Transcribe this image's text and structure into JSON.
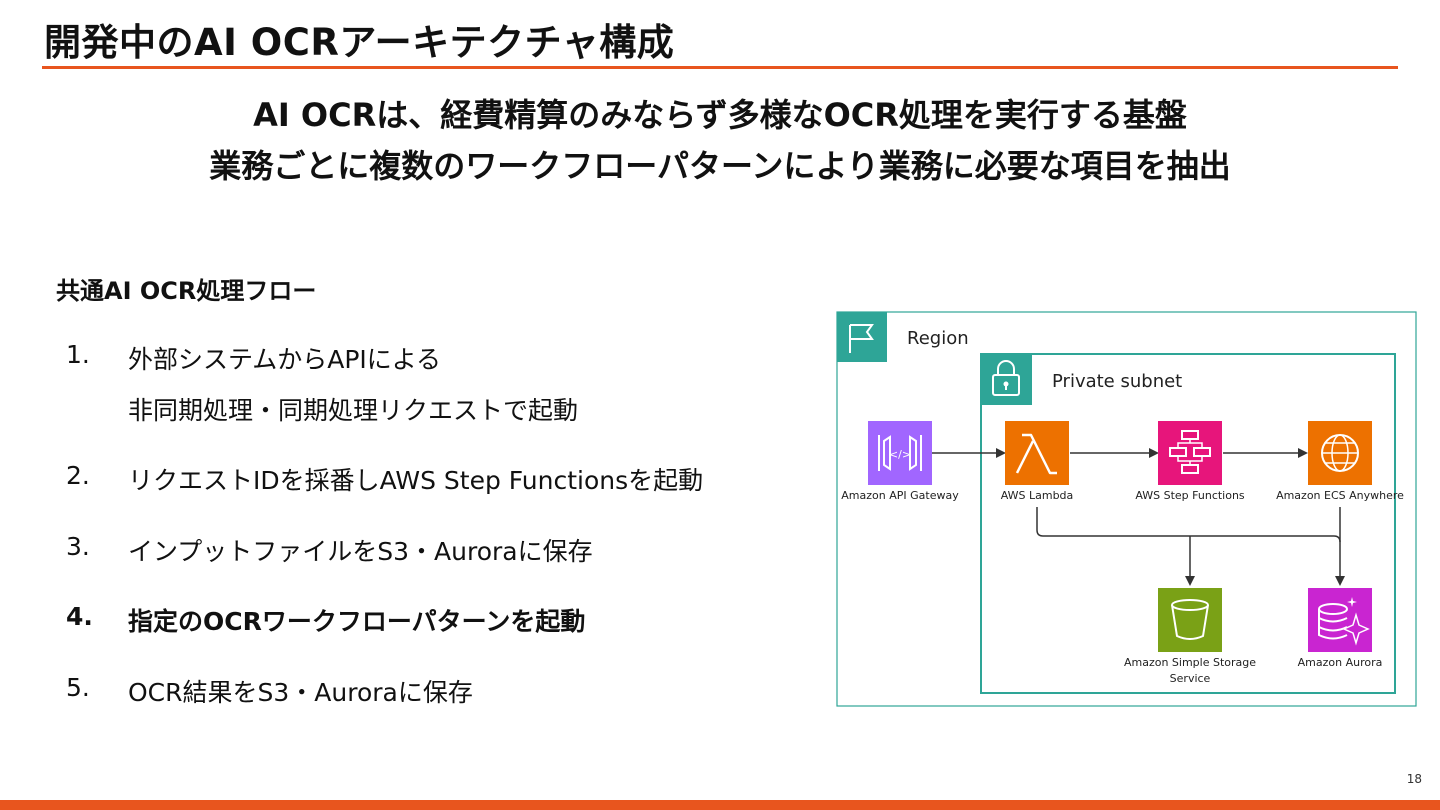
{
  "slide": {
    "title": "開発中のAI OCRアーキテクチャ構成",
    "subtitle_line1": "AI OCRは、経費精算のみならず多様なOCR処理を実行する基盤",
    "subtitle_line2": "業務ごとに複数のワークフローパターンにより業務に必要な項目を抽出",
    "page_number": "18",
    "accent_color": "#e8551e"
  },
  "flow": {
    "title": "共通AI OCR処理フロー",
    "steps": [
      {
        "num": "1.",
        "line1": "外部システムからAPIによる",
        "line2": "非同期処理・同期処理リクエストで起動"
      },
      {
        "num": "2.",
        "line1": "リクエストIDを採番しAWS Step Functionsを起動"
      },
      {
        "num": "3.",
        "line1": "インプットファイルをS3・Auroraに保存"
      },
      {
        "num": "4.",
        "line1": "指定のOCRワークフローパターンを起動",
        "emphasized": true
      },
      {
        "num": "5.",
        "line1": "OCR結果をS3・Auroraに保存"
      }
    ]
  },
  "diagram": {
    "region_label": "Region",
    "subnet_label": "Private subnet",
    "region_color": "#2ea597",
    "nodes": {
      "api_gateway": {
        "label": "Amazon API Gateway",
        "icon": "api-gateway-icon",
        "color": "#a166ff"
      },
      "lambda": {
        "label": "AWS Lambda",
        "icon": "lambda-icon",
        "color": "#ed7100"
      },
      "step_functions": {
        "label": "AWS Step Functions",
        "icon": "step-functions-icon",
        "color": "#e7157b"
      },
      "ecs_anywhere": {
        "label": "Amazon ECS Anywhere",
        "icon": "ecs-anywhere-icon",
        "color": "#ed7100"
      },
      "s3": {
        "label_line1": "Amazon Simple Storage",
        "label_line2": "Service",
        "icon": "s3-bucket-icon",
        "color": "#7aa116"
      },
      "aurora": {
        "label": "Amazon Aurora",
        "icon": "aurora-icon",
        "color": "#c925d1"
      }
    }
  }
}
